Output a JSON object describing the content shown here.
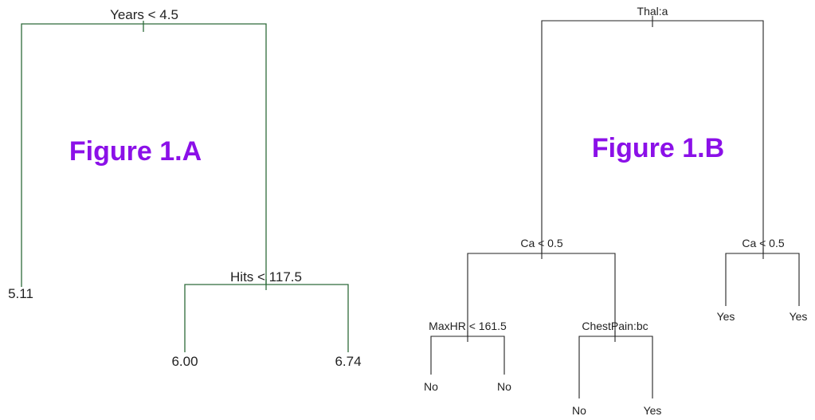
{
  "figure_a": {
    "caption": "Figure 1.A",
    "root_split": "Years < 4.5",
    "left_leaf": "5.11",
    "hits_split": "Hits < 117.5",
    "hits_left_leaf": "6.00",
    "hits_right_leaf": "6.74"
  },
  "figure_b": {
    "caption": "Figure 1.B",
    "root_split": "Thal:a",
    "left_split": "Ca < 0.5",
    "right_split": "Ca < 0.5",
    "maxhr_split": "MaxHR < 161.5",
    "chestpain_split": "ChestPain:bc",
    "maxhr_left_leaf": "No",
    "maxhr_right_leaf": "No",
    "chestpain_left_leaf": "No",
    "chestpain_right_leaf": "Yes",
    "right_left_leaf": "Yes",
    "right_right_leaf": "Yes"
  },
  "colors": {
    "caption": "#8b10e8",
    "tree_a_edges": "#2e6b3a",
    "tree_b_edges": "#222222"
  }
}
